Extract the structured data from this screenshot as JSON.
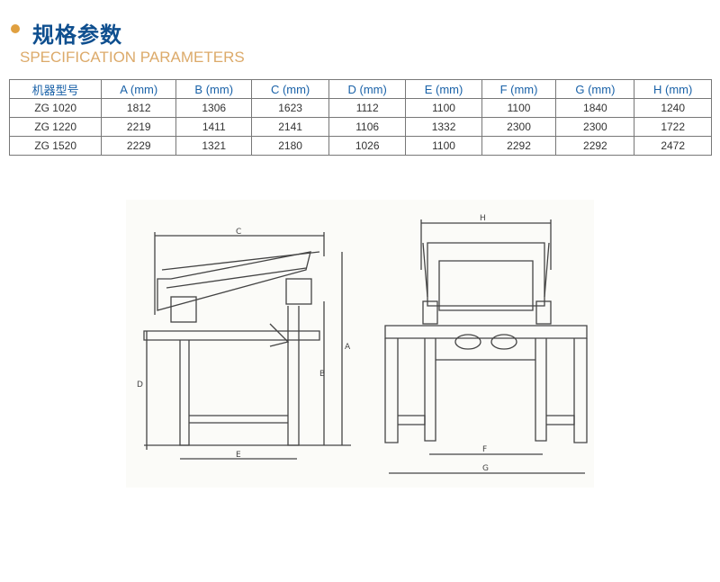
{
  "header": {
    "title": "规格参数",
    "subtitle": "SPECIFICATION PARAMETERS"
  },
  "table": {
    "headers": [
      "机器型号",
      "A (mm)",
      "B (mm)",
      "C (mm)",
      "D (mm)",
      "E (mm)",
      "F (mm)",
      "G (mm)",
      "H (mm)"
    ],
    "rows": [
      [
        "ZG 1020",
        "1812",
        "1306",
        "1623",
        "1112",
        "1100",
        "1100",
        "1840",
        "1240"
      ],
      [
        "ZG 1220",
        "2219",
        "1411",
        "2141",
        "1106",
        "1332",
        "2300",
        "2300",
        "1722"
      ],
      [
        "ZG 1520",
        "2229",
        "1321",
        "2180",
        "1026",
        "1100",
        "2292",
        "2292",
        "2472"
      ]
    ]
  },
  "diagram": {
    "labels": {
      "a": "A",
      "b": "B",
      "c": "C",
      "d": "D",
      "e": "E",
      "f": "F",
      "g": "G",
      "h": "H"
    }
  }
}
